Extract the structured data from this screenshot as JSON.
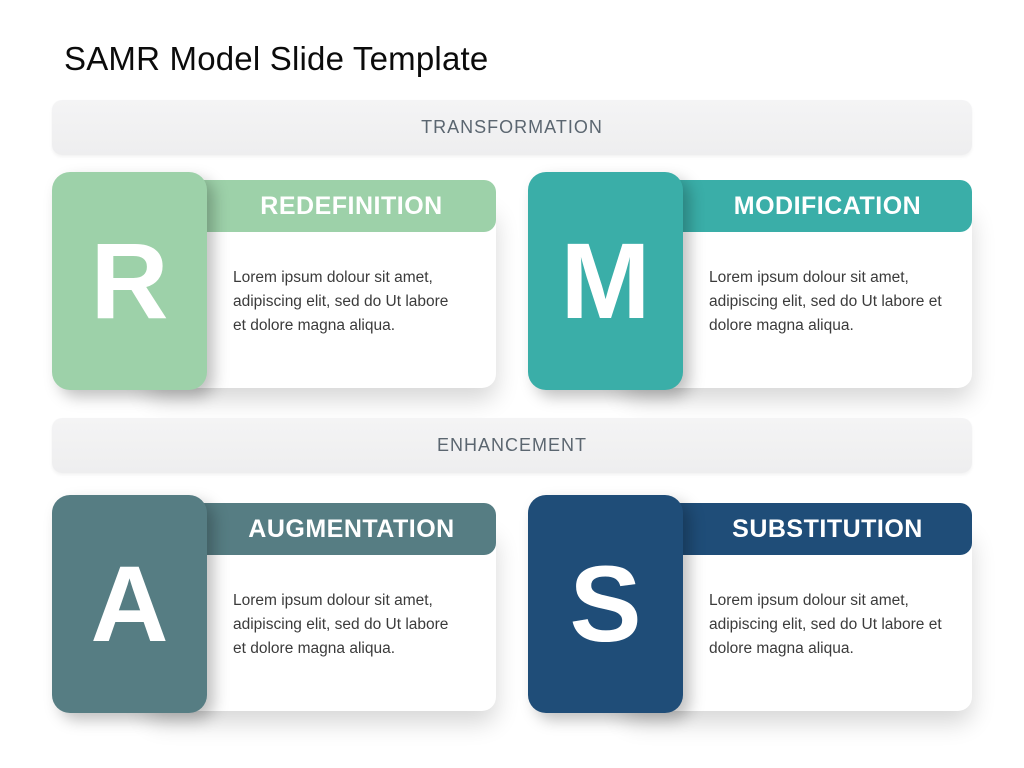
{
  "title": "SAMR Model Slide Template",
  "banners": {
    "top": "TRANSFORMATION",
    "bottom": "ENHANCEMENT"
  },
  "cards": [
    {
      "letter": "R",
      "heading": "REDEFINITION",
      "body": "Lorem ipsum dolour sit amet,\nadipiscing elit, sed do Ut labore\net dolore magna aliqua.",
      "color": "#9DD1A9"
    },
    {
      "letter": "M",
      "heading": "MODIFICATION",
      "body": "Lorem ipsum dolour sit amet,\nadipiscing elit, sed do Ut labore et\ndolore magna aliqua.",
      "color": "#3AAEA8"
    },
    {
      "letter": "A",
      "heading": "AUGMENTATION",
      "body": "Lorem ipsum dolour sit amet,\nadipiscing elit, sed do Ut labore\net dolore magna aliqua.",
      "color": "#567D83"
    },
    {
      "letter": "S",
      "heading": "SUBSTITUTION",
      "body": "Lorem ipsum dolour sit amet,\nadipiscing elit, sed do Ut labore et\ndolore magna aliqua.",
      "color": "#1F4D78"
    }
  ],
  "colors": {
    "background": "#FFFFFF",
    "banner_background": "#F1F1F2",
    "banner_text": "#5B6670",
    "body_text": "#3B3B3B",
    "card_green": "#9DD1A9",
    "card_teal": "#3AAEA8",
    "card_slate": "#567D83",
    "card_navy": "#1F4D78"
  }
}
